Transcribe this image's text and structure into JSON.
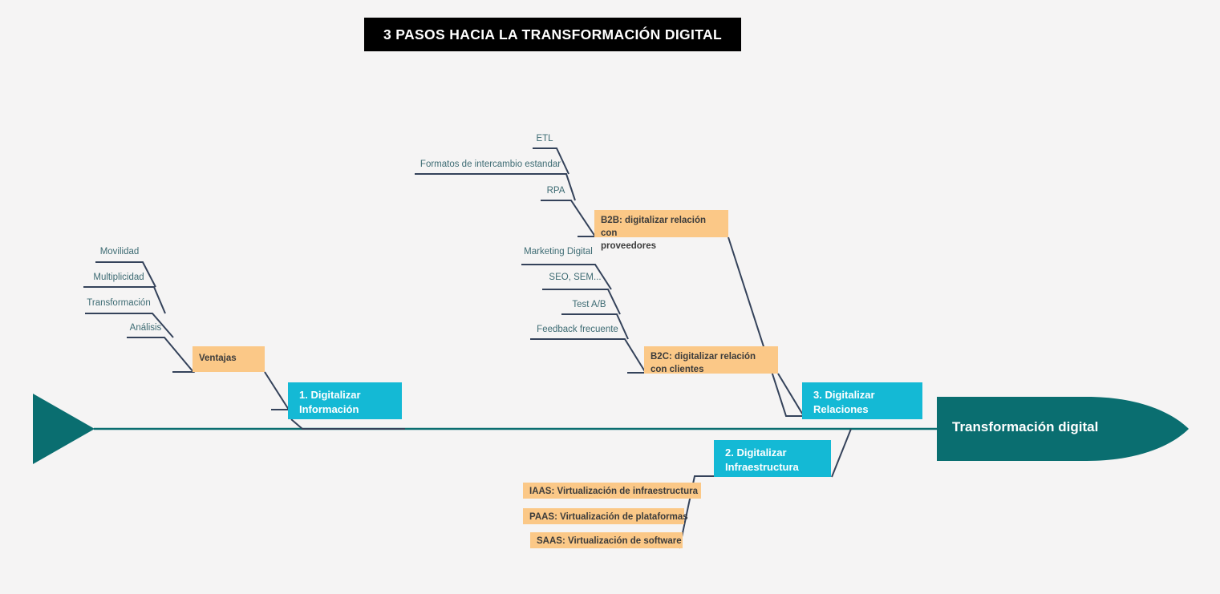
{
  "title": {
    "text": "3 PASOS HACIA LA TRANSFORMACIÓN DIGITAL"
  },
  "diagram": {
    "type": "fishbone",
    "head_label": "Transformación digital",
    "colors": {
      "background": "#f5f4f4",
      "spine": "#0a6e70",
      "head": "#0a6e70",
      "tail": "#0a6e70",
      "category_box": "#14b9d5",
      "cause_box": "#fbc887",
      "connector": "#34425a",
      "sub_label_text": "#3d6b73",
      "title_banner": "#000000"
    },
    "categories": [
      {
        "id": "cat-1",
        "label": "1. Digitalizar Información",
        "side": "top",
        "groups": [
          {
            "label": "Ventajas",
            "causes": [
              "Movilidad",
              "Multiplicidad",
              "Transformación",
              "Análisis"
            ]
          }
        ]
      },
      {
        "id": "cat-2",
        "label": "2. Digitalizar Infraestructura",
        "side": "bottom",
        "groups": [
          {
            "label": "",
            "causes": [
              "IAAS: Virtualización de infraestructura",
              "PAAS: Virtualización de plataformas",
              "SAAS: Virtualización de software"
            ]
          }
        ]
      },
      {
        "id": "cat-3",
        "label": "3. Digitalizar Relaciones",
        "side": "top",
        "groups": [
          {
            "label": "B2B: digitalizar relación con proveedores",
            "causes": [
              "ETL",
              "Formatos de intercambio estandar",
              "RPA"
            ]
          },
          {
            "label": "B2C: digitalizar relación con clientes",
            "causes": [
              "Marketing Digital",
              "SEO, SEM...",
              "Test A/B",
              "Feedback frecuente"
            ]
          }
        ]
      }
    ],
    "labels": {
      "cat_1_line_1": "1. Digitalizar",
      "cat_1_line_2": "Información",
      "cat_2_line_1": "2. Digitalizar",
      "cat_2_line_2": "Infraestructura",
      "cat_3_line_1": "3. Digitalizar",
      "cat_3_line_2": "Relaciones",
      "ventajas": "Ventajas",
      "b2b_line_1": "B2B: digitalizar relación con",
      "b2b_line_2": "proveedores",
      "b2c_line_1": "B2C: digitalizar relación",
      "b2c_line_2": "con clientes",
      "iaas": "IAAS: Virtualización de infraestructura",
      "paas": "PAAS: Virtualización de plataformas",
      "saas": "SAAS: Virtualización de software",
      "movilidad": "Movilidad",
      "multiplicidad": "Multiplicidad",
      "transformacion": "Transformación",
      "analisis": "Análisis",
      "etl": "ETL",
      "formatos": "Formatos de intercambio estandar",
      "rpa": "RPA",
      "marketing_digital": "Marketing Digital",
      "seo_sem": "SEO, SEM...",
      "test_ab": "Test A/B",
      "feedback": "Feedback frecuente"
    }
  }
}
